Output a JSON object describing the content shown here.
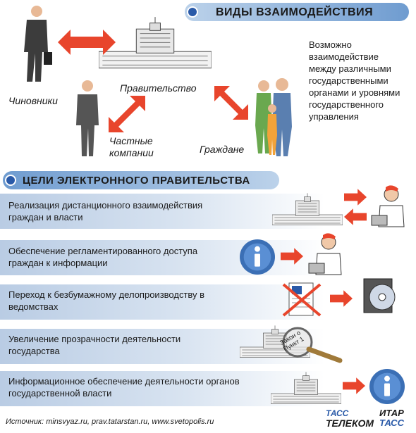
{
  "header1": {
    "title": "ВИДЫ ВЗАИМОДЕЙСТВИЯ"
  },
  "labels": {
    "officials": "Чиновники",
    "government": "Правительство",
    "private": "Частные компании",
    "citizens": "Граждане"
  },
  "description": "Возможно взаимодействие между различными государственными органами и уровнями государственного управления",
  "header2": {
    "title": "ЦЕЛИ ЭЛЕКТРОННОГО ПРАВИТЕЛЬСТВА"
  },
  "goals": [
    "Реализация дистанционного взаимодействия граждан и власти",
    "Обеспечение регламентированного доступа граждан к информации",
    "Переход к безбумажному делопроизводству в ведомствах",
    "Увеличение прозрачности деятельности государства",
    "Информационное обеспечение деятельности органов государственной власти"
  ],
  "stamp": {
    "line1": "Закон о",
    "line2": "Пункт 1"
  },
  "source": "Источник: minsvyaz.ru, prav.tatarstan.ru, www.svetopolis.ru",
  "logos": {
    "tass_top": "ТАСС",
    "tass_bottom": "ТЕЛЕКОМ",
    "itar_top": "ИТАР",
    "itar_bottom": "ТАСС"
  },
  "colors": {
    "arrow": "#e8452c",
    "banner": "#6f9cd0",
    "icon_blue": "#3b6fb5"
  }
}
